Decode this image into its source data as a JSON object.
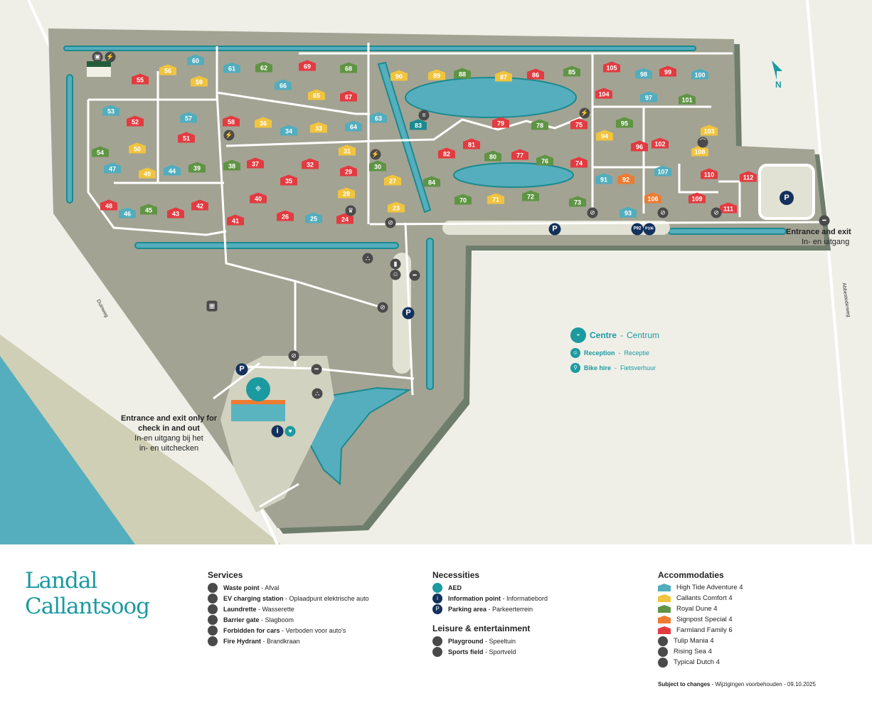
{
  "map": {
    "units": [
      {
        "n": "55",
        "t": "red"
      },
      {
        "n": "56",
        "t": "yellow"
      },
      {
        "n": "60",
        "t": "blue"
      },
      {
        "n": "61",
        "t": "blue"
      },
      {
        "n": "62",
        "t": "green"
      },
      {
        "n": "59",
        "t": "yellow"
      },
      {
        "n": "69",
        "t": "red"
      },
      {
        "n": "68",
        "t": "green"
      },
      {
        "n": "66",
        "t": "blue"
      },
      {
        "n": "65",
        "t": "yellow"
      },
      {
        "n": "67",
        "t": "red"
      },
      {
        "n": "63",
        "t": "blue"
      },
      {
        "n": "64",
        "t": "blue"
      },
      {
        "n": "53",
        "t": "blue"
      },
      {
        "n": "52",
        "t": "red"
      },
      {
        "n": "57",
        "t": "blue"
      },
      {
        "n": "51",
        "t": "red"
      },
      {
        "n": "58",
        "t": "red"
      },
      {
        "n": "36",
        "t": "yellow"
      },
      {
        "n": "34",
        "t": "blue"
      },
      {
        "n": "33",
        "t": "yellow"
      },
      {
        "n": "54",
        "t": "green"
      },
      {
        "n": "50",
        "t": "yellow"
      },
      {
        "n": "31",
        "t": "yellow"
      },
      {
        "n": "38",
        "t": "green"
      },
      {
        "n": "37",
        "t": "red"
      },
      {
        "n": "32",
        "t": "red"
      },
      {
        "n": "30",
        "t": "green"
      },
      {
        "n": "47",
        "t": "blue"
      },
      {
        "n": "49",
        "t": "yellow"
      },
      {
        "n": "44",
        "t": "blue"
      },
      {
        "n": "39",
        "t": "green"
      },
      {
        "n": "29",
        "t": "red"
      },
      {
        "n": "35",
        "t": "red"
      },
      {
        "n": "27",
        "t": "yellow"
      },
      {
        "n": "28",
        "t": "yellow"
      },
      {
        "n": "48",
        "t": "red"
      },
      {
        "n": "46",
        "t": "blue"
      },
      {
        "n": "45",
        "t": "green"
      },
      {
        "n": "43",
        "t": "red"
      },
      {
        "n": "42",
        "t": "red"
      },
      {
        "n": "40",
        "t": "red"
      },
      {
        "n": "26",
        "t": "red"
      },
      {
        "n": "25",
        "t": "blue"
      },
      {
        "n": "24",
        "t": "red"
      },
      {
        "n": "41",
        "t": "red"
      },
      {
        "n": "23",
        "t": "yellow"
      },
      {
        "n": "90",
        "t": "yellow"
      },
      {
        "n": "89",
        "t": "yellow"
      },
      {
        "n": "88",
        "t": "green"
      },
      {
        "n": "87",
        "t": "yellow"
      },
      {
        "n": "86",
        "t": "red"
      },
      {
        "n": "85",
        "t": "green"
      },
      {
        "n": "105",
        "t": "red"
      },
      {
        "n": "104",
        "t": "red"
      },
      {
        "n": "98",
        "t": "blue"
      },
      {
        "n": "99",
        "t": "red"
      },
      {
        "n": "100",
        "t": "blue"
      },
      {
        "n": "97",
        "t": "blue"
      },
      {
        "n": "101",
        "t": "green"
      },
      {
        "n": "83",
        "t": "teal"
      },
      {
        "n": "79",
        "t": "red"
      },
      {
        "n": "78",
        "t": "green"
      },
      {
        "n": "75",
        "t": "red"
      },
      {
        "n": "95",
        "t": "green"
      },
      {
        "n": "94",
        "t": "yellow"
      },
      {
        "n": "103",
        "t": "yellow"
      },
      {
        "n": "81",
        "t": "red"
      },
      {
        "n": "82",
        "t": "red"
      },
      {
        "n": "80",
        "t": "green"
      },
      {
        "n": "77",
        "t": "red"
      },
      {
        "n": "76",
        "t": "green"
      },
      {
        "n": "96",
        "t": "red"
      },
      {
        "n": "102",
        "t": "red"
      },
      {
        "n": "108",
        "t": "yellow"
      },
      {
        "n": "74",
        "t": "red"
      },
      {
        "n": "107",
        "t": "blue"
      },
      {
        "n": "110",
        "t": "red"
      },
      {
        "n": "91",
        "t": "blue"
      },
      {
        "n": "92",
        "t": "orange"
      },
      {
        "n": "84",
        "t": "green"
      },
      {
        "n": "70",
        "t": "green"
      },
      {
        "n": "71",
        "t": "yellow"
      },
      {
        "n": "72",
        "t": "green"
      },
      {
        "n": "73",
        "t": "green"
      },
      {
        "n": "106",
        "t": "orange"
      },
      {
        "n": "109",
        "t": "red"
      },
      {
        "n": "112",
        "t": "red"
      },
      {
        "n": "111",
        "t": "red"
      },
      {
        "n": "93",
        "t": "blue"
      }
    ],
    "colors": {
      "blue": "#52adbd",
      "yellow": "#f0c43e",
      "green": "#5f9444",
      "orange": "#ee7b31",
      "red": "#e23b40",
      "teal": "#1b8a8f"
    },
    "parking_label": "P",
    "parking_92": "P92",
    "parking_106": "P106",
    "info_label": "i",
    "north": "N",
    "entrance_main": {
      "title": "Entrance and exit",
      "sub": "In- en uitgang"
    },
    "entrance_checkin": {
      "title1": "Entrance and exit only for",
      "title2": "check in and out",
      "sub1": "In-en uitgang bij het",
      "sub2": "in- en uitchecken"
    },
    "roads": {
      "west": "Duinweg",
      "east": "Abbestederweg"
    },
    "centre": {
      "title": "Centre",
      "title_nl": "Centrum",
      "reception": "Reception",
      "reception_nl": "Receptie",
      "bike": "Bike hire",
      "bike_nl": "Fietsverhuur"
    }
  },
  "footer": {
    "logo_line1": "Landal",
    "logo_line2": "Callantsoog",
    "services": {
      "title": "Services",
      "items": [
        {
          "icon": "waste-point-icon",
          "en": "Waste point",
          "nl": "Afval"
        },
        {
          "icon": "ev-charging-icon",
          "en": "EV charging station",
          "nl": "Oplaadpunt elektrische auto"
        },
        {
          "icon": "laundrette-icon",
          "en": "Laundrette",
          "nl": "Wasserette"
        },
        {
          "icon": "barrier-gate-icon",
          "en": "Barrier gate",
          "nl": "Slagboom"
        },
        {
          "icon": "no-cars-icon",
          "en": "Forbidden for cars",
          "nl": "Verboden voor auto's"
        },
        {
          "icon": "fire-hydrant-icon",
          "en": "Fire Hydrant",
          "nl": "Brandkraan"
        }
      ]
    },
    "necessities": {
      "title": "Necessities",
      "items": [
        {
          "icon": "aed-icon",
          "en": "AED",
          "nl": ""
        },
        {
          "icon": "info-icon",
          "en": "Information point",
          "nl": "Informatiebord"
        },
        {
          "icon": "parking-icon",
          "en": "Parking area",
          "nl": "Parkeerterrein"
        }
      ]
    },
    "leisure": {
      "title": "Leisure & entertainment",
      "items": [
        {
          "icon": "playground-icon",
          "en": "Playground",
          "nl": "Speeltuin"
        },
        {
          "icon": "sports-field-icon",
          "en": "Sports field",
          "nl": "Sportveld"
        }
      ]
    },
    "accommodaties": {
      "title": "Accommodaties",
      "items": [
        {
          "swatch": "#52adbd",
          "label": "High Tide Adventure 4"
        },
        {
          "swatch": "#f0c43e",
          "label": "Callants Comfort 4"
        },
        {
          "swatch": "#5f9444",
          "label": "Royal Dune 4"
        },
        {
          "swatch": "#ee7b31",
          "label": "Signpost Special 4"
        },
        {
          "swatch": "#e23b40",
          "label": "Farmland Family 6"
        },
        {
          "icon": "tulip-icon",
          "label": "Tulip Mania 4"
        },
        {
          "icon": "rising-sea-icon",
          "label": "Rising Sea 4"
        },
        {
          "icon": "typical-dutch-icon",
          "label": "Typical Dutch 4"
        }
      ]
    },
    "note_bold": "Subject to changes",
    "note": " - Wijzigingen voorbehouden - 09.10.2025"
  }
}
